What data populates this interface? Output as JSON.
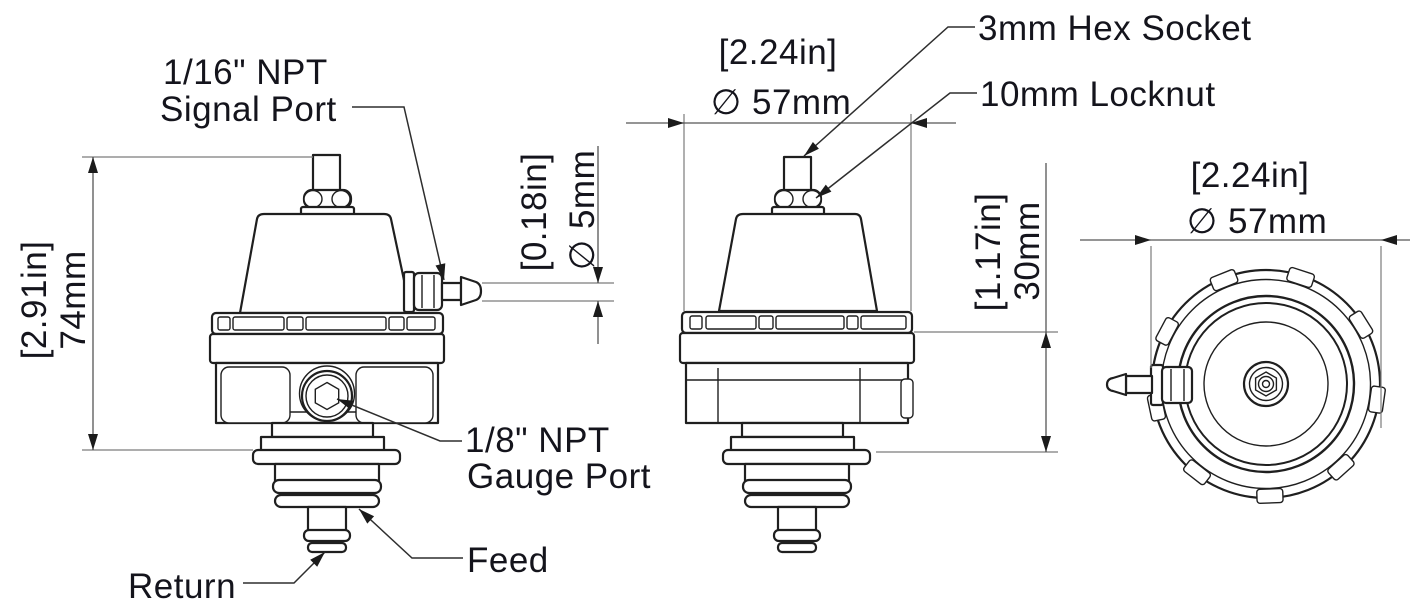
{
  "drawing": {
    "labels": {
      "signal_port_1": "1/16\" NPT",
      "signal_port_2": "Signal Port",
      "hex_socket": "3mm Hex Socket",
      "locknut": "10mm Locknut",
      "gauge_port_1": "1/8\" NPT",
      "gauge_port_2": "Gauge Port",
      "feed": "Feed",
      "return": "Return"
    },
    "dims": {
      "overall_height_in": "[2.91in]",
      "overall_height_mm": "74mm",
      "barb_dia_in": "[0.18in]",
      "barb_dia_mm": "∅ 5mm",
      "side_width_in": "[2.24in]",
      "side_width_mm": "∅ 57mm",
      "lower_height_in": "[1.17in]",
      "lower_height_mm": "30mm",
      "top_width_in": "[2.24in]",
      "top_width_mm": "∅ 57mm"
    },
    "colors": {
      "line": "#1f1f1f",
      "dim_line": "#565656",
      "text": "#14141c"
    }
  }
}
